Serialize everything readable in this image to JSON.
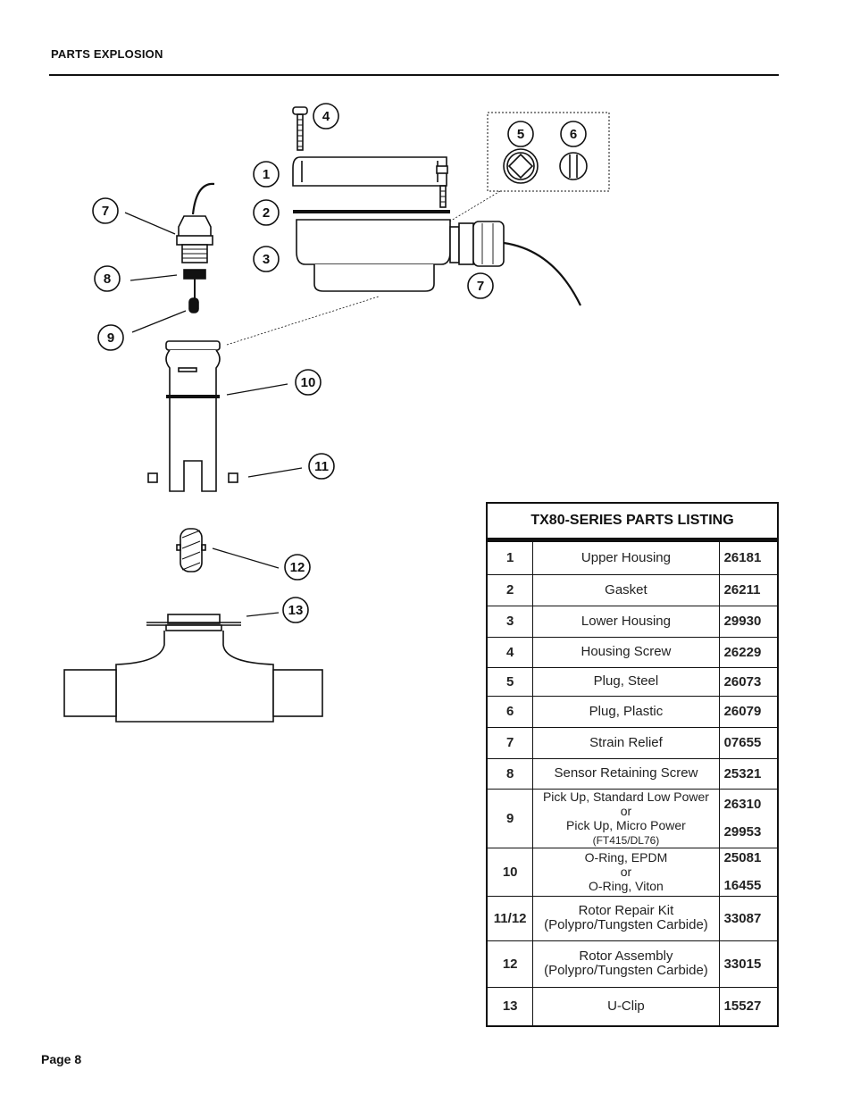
{
  "header": {
    "section_title": "PARTS EXPLOSION"
  },
  "footer": {
    "page_label": "Page 8"
  },
  "diagram": {
    "callouts": [
      "1",
      "2",
      "3",
      "4",
      "5",
      "6",
      "7",
      "7",
      "8",
      "9",
      "10",
      "11",
      "12",
      "13"
    ]
  },
  "parts_listing": {
    "title": "TX80-SERIES PARTS LISTING",
    "rows": [
      {
        "num": "1",
        "desc": [
          {
            "text": "Upper Housing"
          }
        ],
        "parts": [
          "26181"
        ]
      },
      {
        "num": "2",
        "desc": [
          {
            "text": "Gasket"
          }
        ],
        "parts": [
          "26211"
        ]
      },
      {
        "num": "3",
        "desc": [
          {
            "text": "Lower Housing"
          }
        ],
        "parts": [
          "29930"
        ]
      },
      {
        "num": "4",
        "desc": [
          {
            "text": "Housing Screw"
          }
        ],
        "parts": [
          "26229"
        ]
      },
      {
        "num": "5",
        "desc": [
          {
            "text": "Plug, Steel"
          }
        ],
        "parts": [
          "26073"
        ]
      },
      {
        "num": "6",
        "desc": [
          {
            "text": "Plug, Plastic"
          }
        ],
        "parts": [
          "26079"
        ]
      },
      {
        "num": "7",
        "desc": [
          {
            "text": "Strain Relief"
          }
        ],
        "parts": [
          "07655"
        ]
      },
      {
        "num": "8",
        "desc": [
          {
            "text": "Sensor Retaining Screw"
          }
        ],
        "parts": [
          "25321"
        ]
      },
      {
        "num": "9",
        "desc": [
          {
            "text": "Pick Up, Standard Low Power"
          },
          {
            "text": "or"
          },
          {
            "text": "Pick Up, Micro Power",
            "suffix": "(FT415/DL76)"
          }
        ],
        "parts": [
          "26310",
          "29953"
        ]
      },
      {
        "num": "10",
        "desc": [
          {
            "text": "O-Ring, EPDM"
          },
          {
            "text": "or"
          },
          {
            "text": "O-Ring, Viton"
          }
        ],
        "parts": [
          "25081",
          "16455"
        ]
      },
      {
        "num": "11/12",
        "desc": [
          {
            "text": "Rotor Repair Kit"
          },
          {
            "text": "(Polypro/Tungsten Carbide)"
          }
        ],
        "parts": [
          "33087"
        ]
      },
      {
        "num": "12",
        "desc": [
          {
            "text": "Rotor Assembly"
          },
          {
            "text": "(Polypro/Tungsten Carbide)"
          }
        ],
        "parts": [
          "33015"
        ]
      },
      {
        "num": "13",
        "desc": [
          {
            "text": "U-Clip"
          }
        ],
        "parts": [
          "15527"
        ]
      }
    ]
  }
}
